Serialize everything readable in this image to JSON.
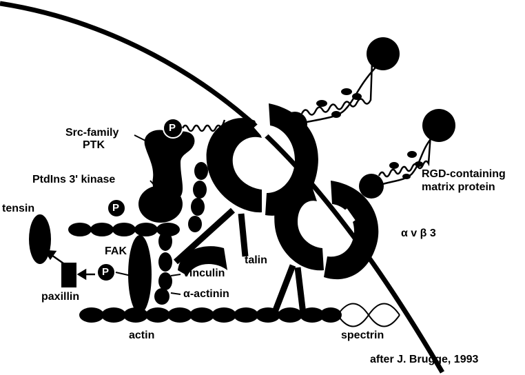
{
  "labels": {
    "src_family_line1": "Src-family",
    "src_family_line2": "PTK",
    "ptdins": "PtdIns 3' kinase",
    "tensin": "tensin",
    "fak": "FAK",
    "paxillin": "paxillin",
    "talin": "talin",
    "vinculin": "vinculin",
    "alpha_actinin": "α-actinin",
    "actin": "actin",
    "spectrin": "spectrin",
    "rgd_line1": "RGD-containing",
    "rgd_line2": "matrix protein",
    "integrin": "α v β 3",
    "phospho": "P",
    "credit": "after J. Brugge, 1993"
  },
  "colors": {
    "ink": "#000000",
    "paper": "#ffffff"
  }
}
